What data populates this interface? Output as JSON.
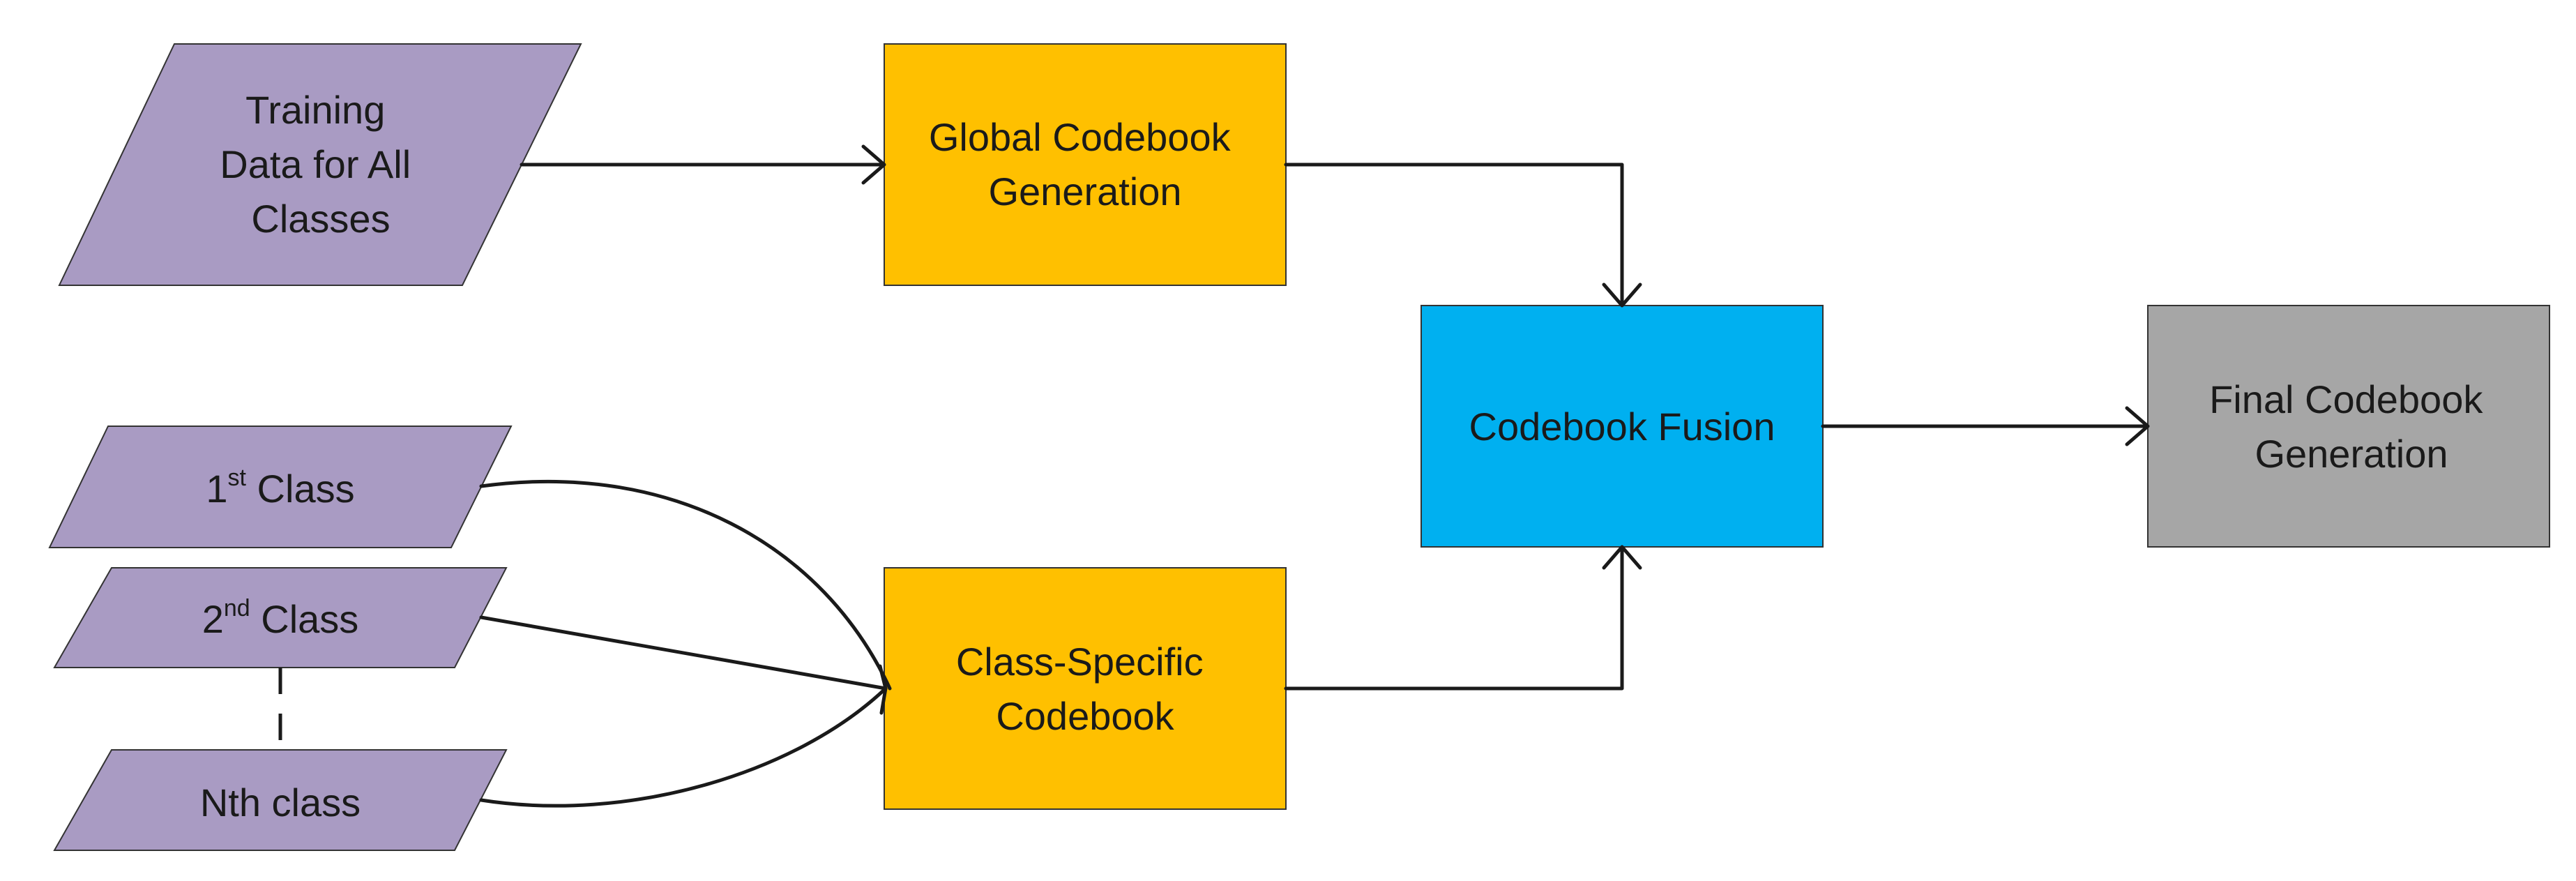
{
  "nodes": {
    "training_data": {
      "lines": [
        "Training",
        "Data for All",
        "Classes"
      ],
      "color": "#A99BC3"
    },
    "class_1": {
      "prefix": "1",
      "sup": "st",
      "suffix": " Class",
      "color": "#A99BC3"
    },
    "class_2": {
      "prefix": "2",
      "sup": "nd",
      "suffix": " Class",
      "color": "#A99BC3"
    },
    "class_n": {
      "label": "Nth class",
      "color": "#A99BC3"
    },
    "global_codebook": {
      "lines": [
        "Global Codebook",
        "Generation"
      ],
      "color": "#FFC000"
    },
    "class_specific_codebook": {
      "lines": [
        "Class-Specific",
        "Codebook"
      ],
      "color": "#FFC000"
    },
    "codebook_fusion": {
      "label": "Codebook Fusion",
      "color": "#00B0F0"
    },
    "final_codebook": {
      "lines": [
        "Final Codebook",
        "Generation"
      ],
      "color": "#A6A6A6"
    }
  },
  "colors": {
    "stroke": "#1a1a1a",
    "background": "#ffffff"
  }
}
